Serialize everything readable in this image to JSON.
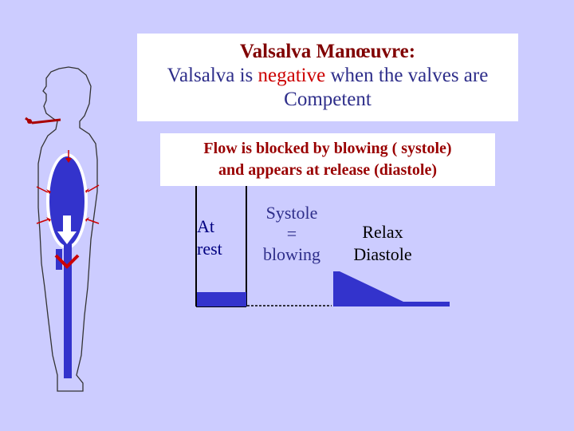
{
  "title": {
    "heading": "Valsalva Manœuvre",
    "colon": ":",
    "line2_pre": "Valsalva is ",
    "line2_neg": "negative",
    "line2_post": " when the valves are",
    "line3": "Competent"
  },
  "flow_note": {
    "line1": "Flow is blocked by blowing ( systole)",
    "line2": "and appears at release (diastole)"
  },
  "phases": {
    "rest": {
      "line1": "At",
      "line2": "rest"
    },
    "systole": {
      "line1": "Systole",
      "line2": "=",
      "line3": "blowing"
    },
    "relax": {
      "line1": "Relax",
      "line2": "Diastole"
    }
  },
  "colors": {
    "background": "#ccccff",
    "vein_blue": "#3333cc",
    "arrow_red": "#cc0000",
    "title_red": "#800000",
    "text_navy": "#2e2e8a"
  }
}
